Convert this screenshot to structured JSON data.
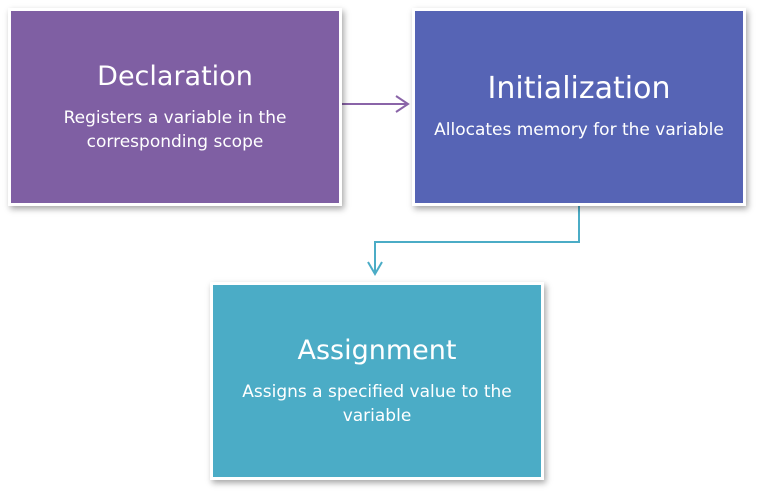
{
  "colors": {
    "declaration": "#7f5fa3",
    "initialization": "#5664b5",
    "assignment": "#4bacc6",
    "arrow_purple": "#8a64a8",
    "arrow_teal": "#4bacc6"
  },
  "nodes": [
    {
      "id": "declaration",
      "title": "Declaration",
      "description": "Registers a variable in the corresponding scope"
    },
    {
      "id": "initialization",
      "title": "Initialization",
      "description": "Allocates memory for the variable"
    },
    {
      "id": "assignment",
      "title": "Assignment",
      "description": "Assigns a specified value to the variable"
    }
  ],
  "edges": [
    {
      "from": "declaration",
      "to": "initialization"
    },
    {
      "from": "initialization",
      "to": "assignment"
    }
  ]
}
